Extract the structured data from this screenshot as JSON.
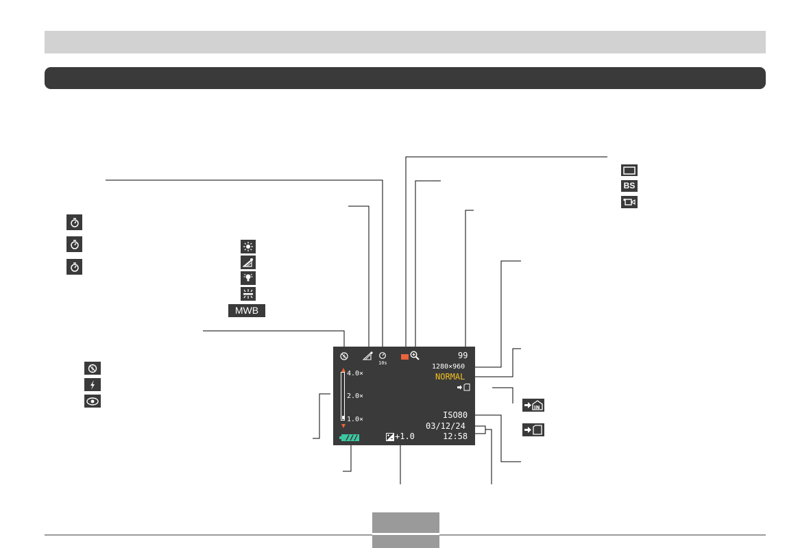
{
  "lcd": {
    "shot_count": "99",
    "image_size": "1280×960",
    "quality": "NORMAL",
    "iso": "ISO80",
    "date": "03/12/24",
    "time": "12:58",
    "exposure_comp": "+1.0",
    "self_timer_label": "10s",
    "zoom_labels": [
      "4.0×",
      "2.0×",
      "1.0×"
    ],
    "zoom_level": 0.0
  },
  "white_balance_manual_label": "MWB",
  "best_shot_label": "BS",
  "colors": {
    "dark": "#3a3a3a",
    "header_gray": "#d2d2d2",
    "accent_orange": "#e8643c",
    "quality_yellow": "#f0c020",
    "battery_green": "#3cc8a0"
  },
  "icons": {
    "self_timer": [
      "self-timer-icon",
      "self-timer-icon",
      "self-timer-icon"
    ],
    "white_balance": [
      "wb-daylight-icon",
      "wb-shade-icon",
      "wb-tungsten-icon",
      "wb-fluorescent-icon"
    ],
    "flash": [
      "flash-off-icon",
      "flash-on-icon",
      "red-eye-icon"
    ],
    "record_mode": [
      "snapshot-mode-icon",
      "best-shot-mode-icon",
      "movie-mode-icon"
    ],
    "storage": [
      "built-in-memory-icon",
      "memory-card-icon"
    ]
  }
}
